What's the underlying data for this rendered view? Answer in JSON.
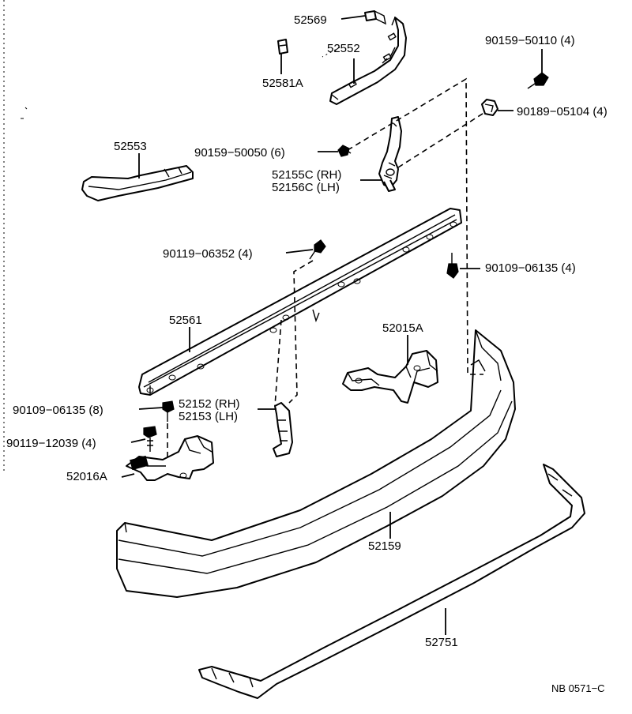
{
  "labels": {
    "p52569": "52569",
    "p52552": "52552",
    "p52581a": "52581A",
    "p90159_50110": "90159−50110 (4)",
    "p90189_05104": "90189−05104 (4)",
    "p52553": "52553",
    "p90159_50050": "90159−50050 (6)",
    "p52155c": "52155C (RH)",
    "p52156c": "52156C (LH)",
    "p90119_06352": "90119−06352 (4)",
    "p90109_06135_4": "90109−06135 (4)",
    "p52561": "52561",
    "p52015a": "52015A",
    "p90109_06135_8": "90109−06135 (8)",
    "p52152": "52152 (RH)",
    "p52153": "52153 (LH)",
    "p90119_12039": "90119−12039 (4)",
    "p52016a": "52016A",
    "p52159": "52159",
    "p52751": "52751",
    "figure_code": "NB 0571−C"
  }
}
